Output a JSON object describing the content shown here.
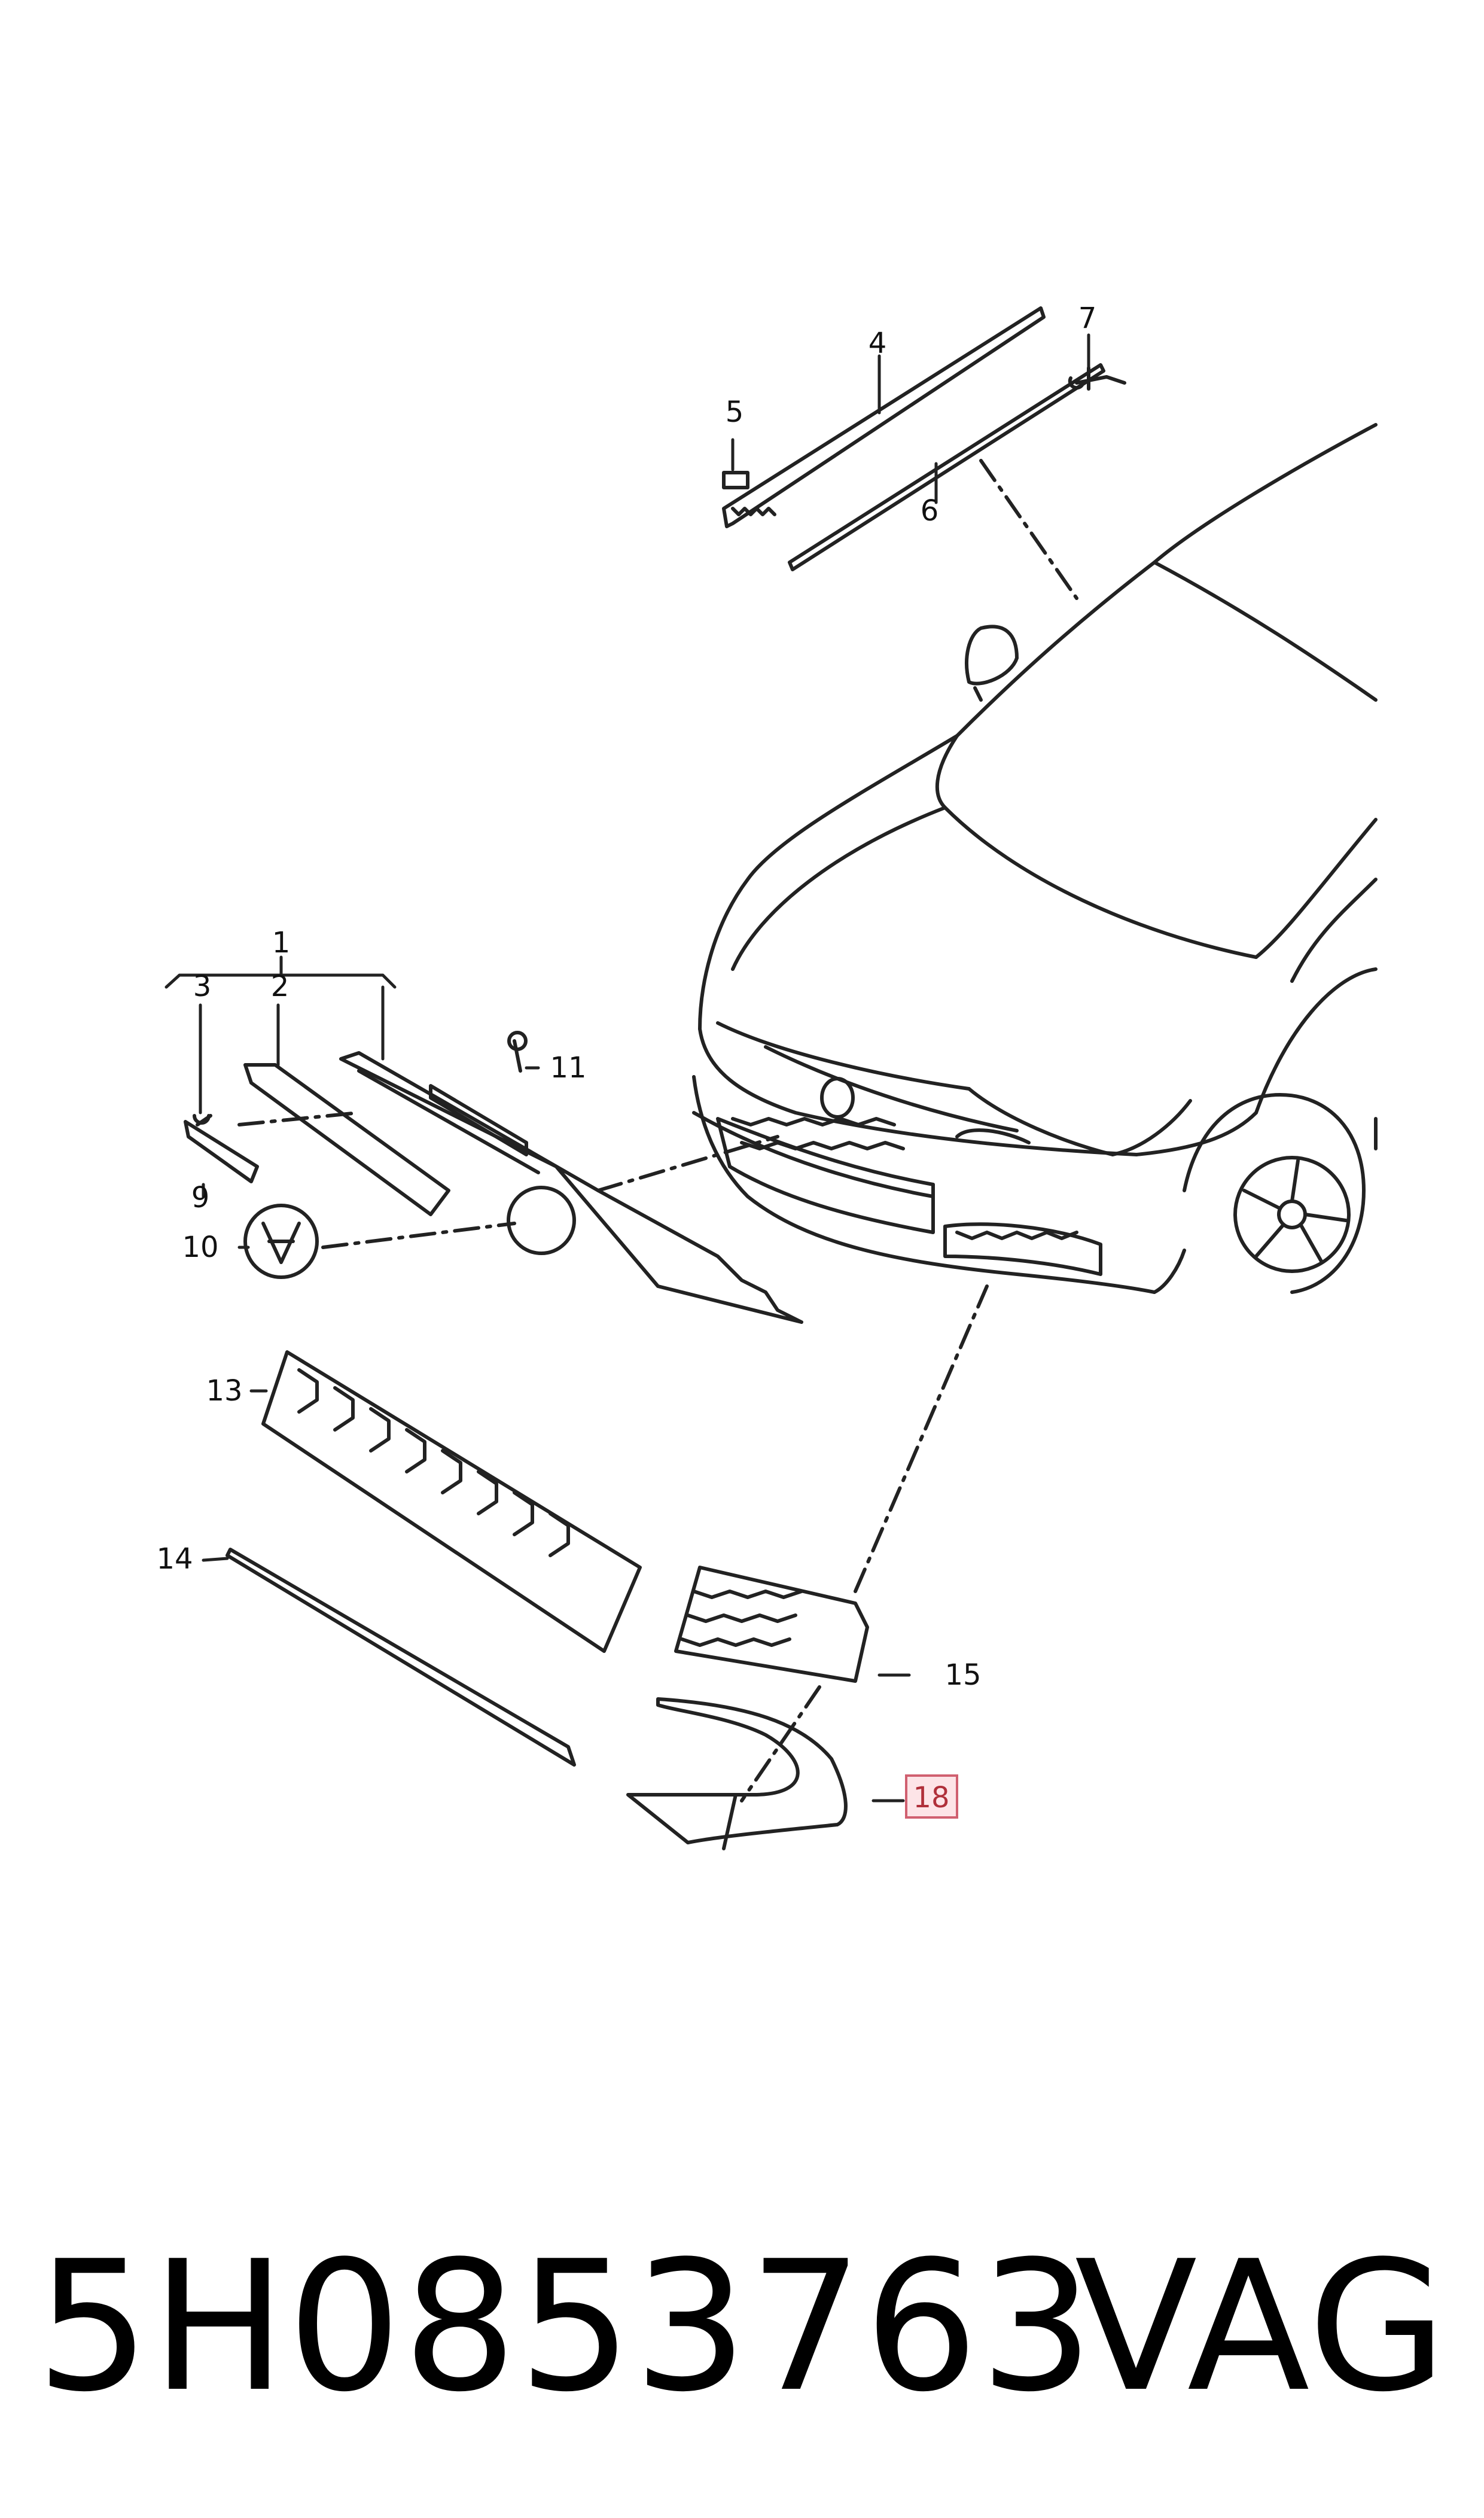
{
  "callouts": {
    "c1": "1",
    "c2": "2",
    "c3": "3",
    "c4": "4",
    "c5": "5",
    "c6": "6",
    "c7": "7",
    "c9": "9",
    "c10": "10",
    "c11": "11",
    "c13": "13",
    "c14": "14",
    "c15": "15",
    "c18": "18"
  },
  "highlighted_callout": "18",
  "footer": {
    "part_number": "5H0853763",
    "brand": "VAG"
  },
  "colors": {
    "line": "#222222",
    "highlight_border": "#d06070",
    "highlight_fill": "#fde4e7"
  }
}
